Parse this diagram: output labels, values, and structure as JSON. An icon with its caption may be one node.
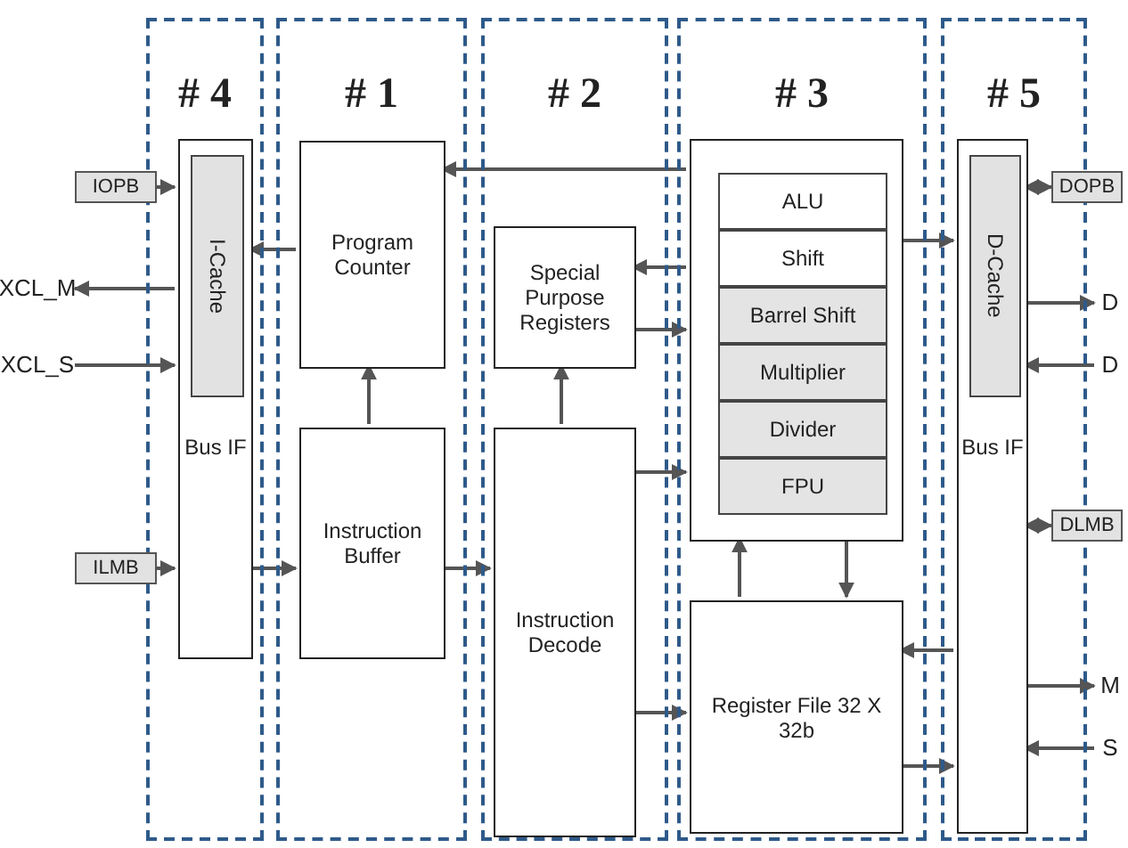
{
  "diagram": {
    "nodes": [
      {
        "text": [
          "# 4"
        ]
      },
      {
        "text": [
          "Bus IF"
        ],
        "in": 0
      },
      {
        "text": [
          "I-Cache"
        ],
        "in": 1
      },
      {
        "text": [
          "# 1"
        ]
      },
      {
        "text": [
          "Program Counter"
        ],
        "in": 3
      },
      {
        "text": [
          "Instruction Buffer"
        ],
        "in": 3
      },
      {
        "text": [
          "# 2"
        ]
      },
      {
        "text": [
          "Special Purpose Registers"
        ],
        "in": 6
      },
      {
        "text": [
          "Instruction Decode"
        ],
        "in": 6
      },
      {
        "text": [
          "# 3"
        ]
      },
      {
        "text": [],
        "shape": "box",
        "in": 9
      },
      {
        "text": [
          "ALU"
        ],
        "in": 10
      },
      {
        "text": [
          "Shift"
        ],
        "in": 10
      },
      {
        "text": [
          "Barrel Shift"
        ],
        "in": 10
      },
      {
        "text": [
          "Multiplier"
        ],
        "in": 10
      },
      {
        "text": [
          "Divider"
        ],
        "in": 10
      },
      {
        "text": [
          "FPU"
        ],
        "in": 10
      },
      {
        "text": [
          "Register File 32 X 32b"
        ],
        "in": 9
      },
      {
        "text": [
          "# 5"
        ]
      },
      {
        "text": [
          "Bus IF"
        ],
        "in": 18
      },
      {
        "text": [
          "D-Cache"
        ],
        "in": 19
      },
      {
        "text": [
          "IOPB"
        ]
      },
      {
        "text": [
          "XCL_M"
        ]
      },
      {
        "text": [
          "XCL_S"
        ]
      },
      {
        "text": [
          "ILMB"
        ]
      },
      {
        "text": [
          "DOPB"
        ]
      },
      {
        "text": [
          "D"
        ]
      },
      {
        "text": [
          "D"
        ]
      },
      {
        "text": [
          "DLMB"
        ]
      },
      {
        "text": [
          "M"
        ]
      },
      {
        "text": [
          "S"
        ]
      }
    ],
    "edges": [
      {
        "from": 21,
        "to": 1,
        "arrow": "to"
      },
      {
        "from": 1,
        "to": 22,
        "arrow": "to"
      },
      {
        "from": 23,
        "to": 1,
        "arrow": "to"
      },
      {
        "from": 24,
        "to": 1,
        "arrow": "to"
      },
      {
        "from": 4,
        "to": 1,
        "arrow": "to"
      },
      {
        "from": 1,
        "to": 5,
        "arrow": "to"
      },
      {
        "from": 5,
        "to": 4,
        "arrow": "to"
      },
      {
        "from": 5,
        "to": 8,
        "arrow": "to"
      },
      {
        "from": 10,
        "to": 4,
        "arrow": "to"
      },
      {
        "from": 10,
        "to": 7,
        "arrow": "to"
      },
      {
        "from": 7,
        "to": 10,
        "arrow": "to"
      },
      {
        "from": 8,
        "to": 7,
        "arrow": "to"
      },
      {
        "from": 8,
        "to": 10,
        "arrow": "to"
      },
      {
        "from": 8,
        "to": 17,
        "arrow": "to"
      },
      {
        "from": 17,
        "to": 10,
        "arrow": "to"
      },
      {
        "from": 10,
        "to": 17,
        "arrow": "to"
      },
      {
        "from": 10,
        "to": 19,
        "arrow": "to"
      },
      {
        "from": 19,
        "to": 17,
        "arrow": "to"
      },
      {
        "from": 17,
        "to": 19,
        "arrow": "to"
      },
      {
        "from": 19,
        "to": 25,
        "arrow": "both"
      },
      {
        "from": 19,
        "to": 26,
        "arrow": "to"
      },
      {
        "from": 27,
        "to": 19,
        "arrow": "to"
      },
      {
        "from": 19,
        "to": 28,
        "arrow": "both"
      },
      {
        "from": 19,
        "to": 29,
        "arrow": "to"
      },
      {
        "from": 30,
        "to": 19,
        "arrow": "to"
      }
    ]
  }
}
